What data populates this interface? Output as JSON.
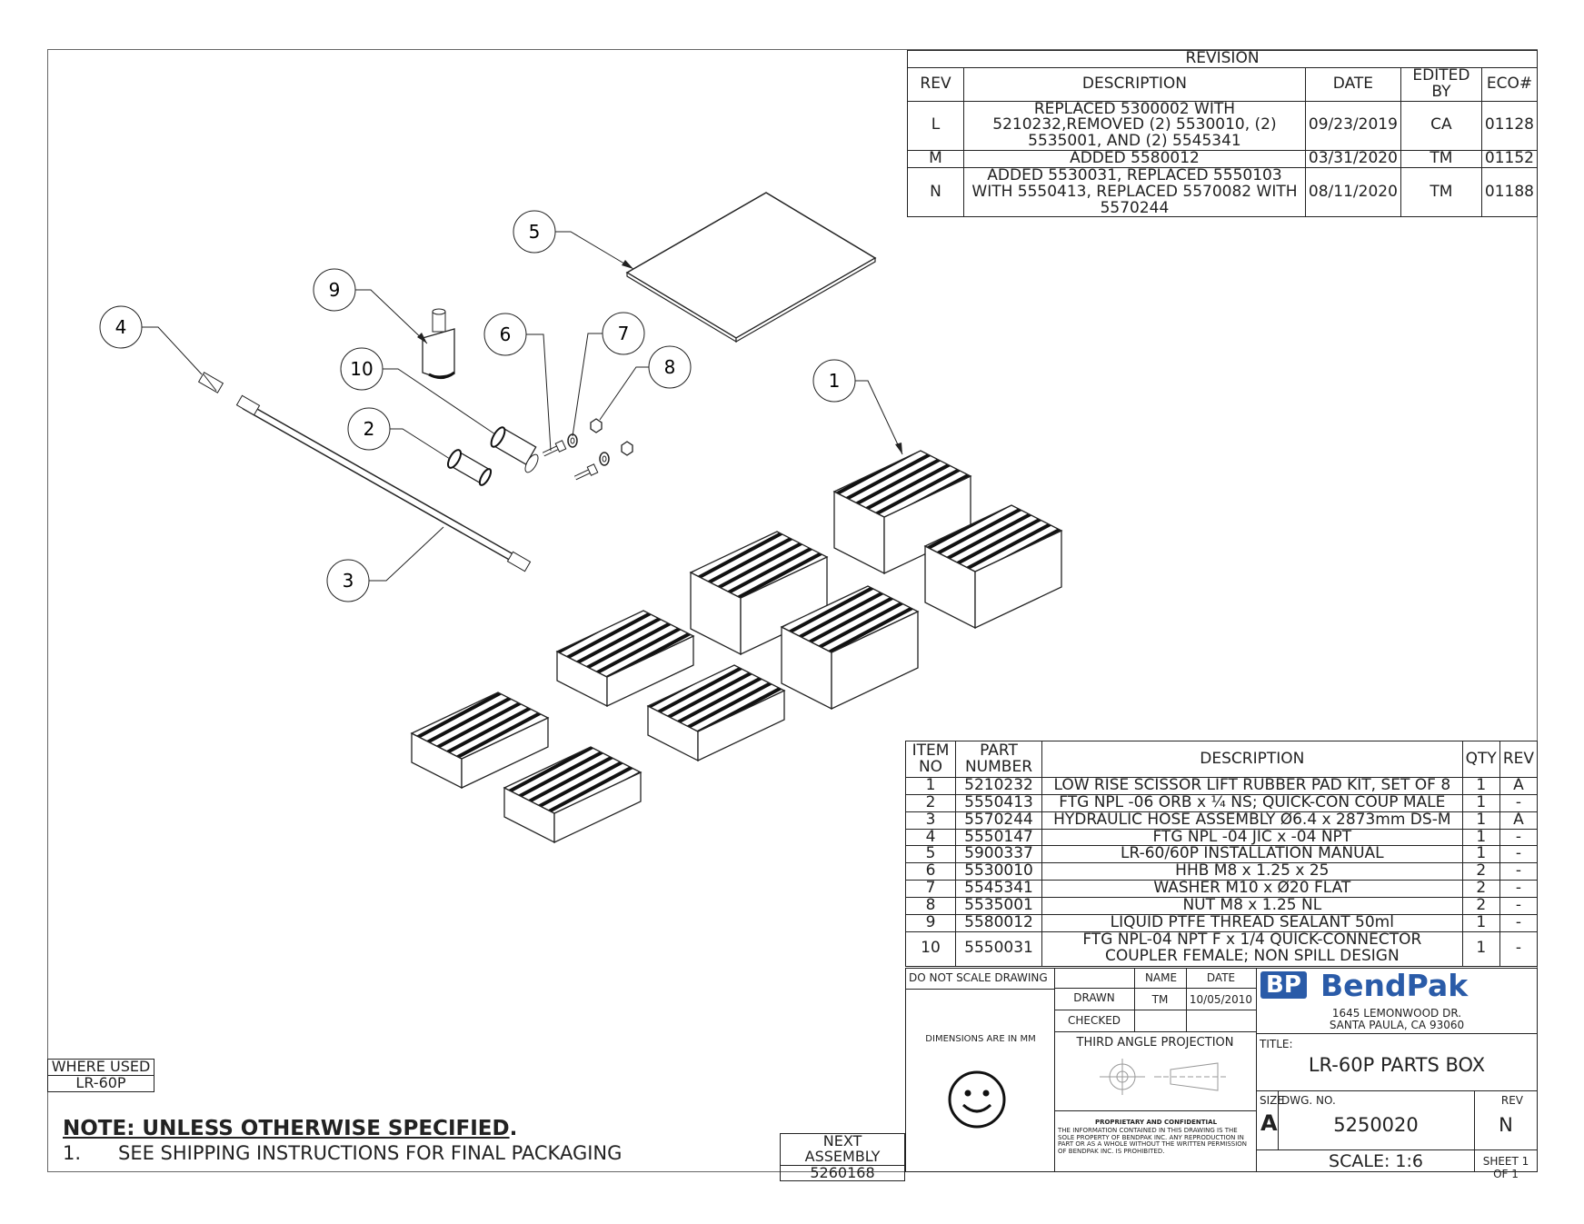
{
  "revision": {
    "title": "REVISION",
    "headers": [
      "REV",
      "DESCRIPTION",
      "DATE",
      "EDITED BY",
      "ECO#"
    ],
    "rows": [
      {
        "rev": "L",
        "description": "REPLACED 5300002 WITH 5210232,REMOVED (2) 5530010, (2) 5535001, AND (2) 5545341",
        "date": "09/23/2019",
        "edited_by": "CA",
        "eco": "01128"
      },
      {
        "rev": "M",
        "description": "ADDED 5580012",
        "date": "03/31/2020",
        "edited_by": "TM",
        "eco": "01152"
      },
      {
        "rev": "N",
        "description": "ADDED 5530031, REPLACED 5550103 WITH 5550413, REPLACED 5570082 WITH 5570244",
        "date": "08/11/2020",
        "edited_by": "TM",
        "eco": "01188"
      }
    ]
  },
  "balloons": [
    "1",
    "2",
    "3",
    "4",
    "5",
    "6",
    "7",
    "8",
    "9",
    "10"
  ],
  "bom": {
    "headers": [
      "ITEM NO",
      "PART NUMBER",
      "DESCRIPTION",
      "QTY",
      "REV"
    ],
    "rows": [
      {
        "item": "1",
        "part": "5210232",
        "description": "LOW RISE SCISSOR LIFT RUBBER PAD KIT, SET OF 8",
        "qty": "1",
        "rev": "A"
      },
      {
        "item": "2",
        "part": "5550413",
        "description": "FTG NPL -06 ORB x ¼ NS; QUICK-CON COUP MALE",
        "qty": "1",
        "rev": "-"
      },
      {
        "item": "3",
        "part": "5570244",
        "description": "HYDRAULIC HOSE ASSEMBLY Ø6.4 x 2873mm DS-M",
        "qty": "1",
        "rev": "A"
      },
      {
        "item": "4",
        "part": "5550147",
        "description": "FTG NPL -04 JIC x -04 NPT",
        "qty": "1",
        "rev": "-"
      },
      {
        "item": "5",
        "part": "5900337",
        "description": "LR-60/60P INSTALLATION MANUAL",
        "qty": "1",
        "rev": "-"
      },
      {
        "item": "6",
        "part": "5530010",
        "description": "HHB M8 x 1.25 x 25",
        "qty": "2",
        "rev": "-"
      },
      {
        "item": "7",
        "part": "5545341",
        "description": "WASHER M10 x Ø20 FLAT",
        "qty": "2",
        "rev": "-"
      },
      {
        "item": "8",
        "part": "5535001",
        "description": "NUT M8 x 1.25 NL",
        "qty": "2",
        "rev": "-"
      },
      {
        "item": "9",
        "part": "5580012",
        "description": "LIQUID PTFE THREAD SEALANT 50ml",
        "qty": "1",
        "rev": "-"
      },
      {
        "item": "10",
        "part": "5550031",
        "description": "FTG NPL-04 NPT F x 1/4 QUICK-CONNECTOR COUPLER FEMALE; NON SPILL DESIGN",
        "qty": "1",
        "rev": "-"
      }
    ]
  },
  "title_block": {
    "do_not_scale": "DO NOT SCALE DRAWING",
    "name_label": "NAME",
    "date_label": "DATE",
    "drawn_label": "DRAWN",
    "drawn_name": "TM",
    "drawn_date": "10/05/2010",
    "checked_label": "CHECKED",
    "dimensions": "DIMENSIONS ARE IN MM",
    "projection": "THIRD ANGLE PROJECTION",
    "proprietary_title": "PROPRIETARY AND CONFIDENTIAL",
    "proprietary_text": "THE INFORMATION CONTAINED IN THIS DRAWING IS THE SOLE PROPERTY OF BENDPAK INC. ANY REPRODUCTION IN PART OR AS A WHOLE WITHOUT THE WRITTEN PERMISSION OF BENDPAK INC. IS PROHIBITED.",
    "logo_bp": "BP",
    "logo_text": "BendPak",
    "address_1": "1645 LEMONWOOD DR.",
    "address_2": "SANTA PAULA, CA 93060",
    "title_label": "TITLE:",
    "title": "LR-60P PARTS BOX",
    "size_label": "SIZE",
    "size": "A",
    "dwg_label": "DWG. NO.",
    "dwg_no": "5250020",
    "rev_label": "REV",
    "rev": "N",
    "scale": "SCALE: 1:6",
    "sheet": "SHEET 1 OF 1"
  },
  "where_used": {
    "label": "WHERE USED",
    "value": "LR-60P"
  },
  "next_assembly": {
    "label": "NEXT ASSEMBLY",
    "value": "5260168"
  },
  "note": {
    "heading": "NOTE: UNLESS OTHERWISE SPECIFIED",
    "item_num": "1.",
    "item_text": "SEE SHIPPING INSTRUCTIONS FOR FINAL PACKAGING"
  }
}
